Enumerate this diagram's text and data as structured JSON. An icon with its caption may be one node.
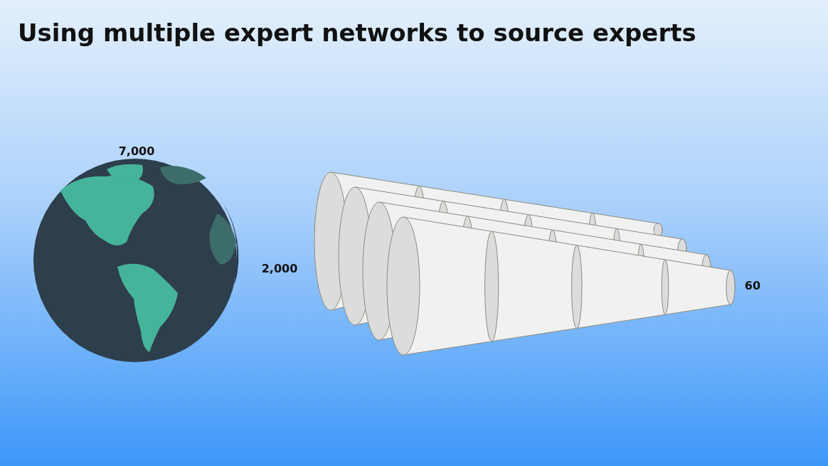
{
  "diagram": {
    "title": "Using multiple expert networks to source experts",
    "labels": [
      "7,000",
      "2,000",
      "60"
    ]
  }
}
